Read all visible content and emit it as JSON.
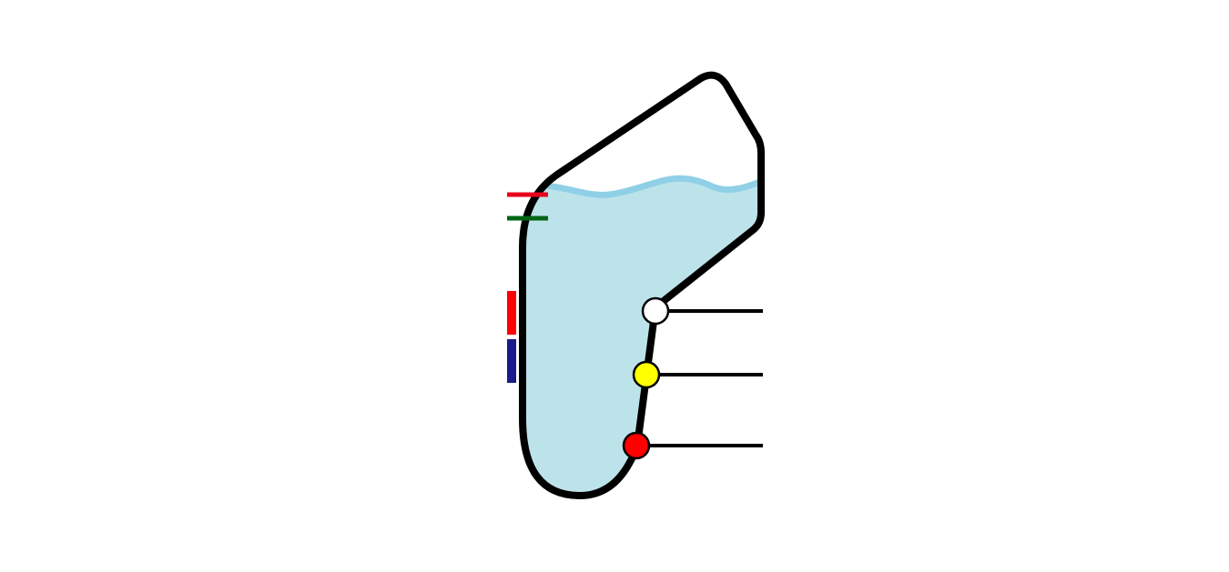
{
  "diagram": {
    "colors": {
      "background": "#ffffff",
      "outline": "#000000",
      "liquid_fill": "#bde3ea",
      "liquid_surface": "#8fd0e6",
      "high_level_mark": "#e8001c",
      "low_level_mark": "#006414",
      "upper_bar": "#ff0000",
      "lower_bar": "#1a1a8c",
      "top_port": "#ffffff",
      "middle_port": "#ffff00",
      "bottom_port": "#ff0000"
    },
    "elements": [
      {
        "name": "container-outline",
        "kind": "vessel"
      },
      {
        "name": "liquid-body",
        "kind": "fill"
      },
      {
        "name": "liquid-surface-wave",
        "kind": "surface"
      },
      {
        "name": "high-level-mark",
        "kind": "level-line"
      },
      {
        "name": "low-level-mark",
        "kind": "level-line"
      },
      {
        "name": "upper-level-bar",
        "kind": "bar"
      },
      {
        "name": "lower-level-bar",
        "kind": "bar"
      },
      {
        "name": "top-port",
        "kind": "port"
      },
      {
        "name": "middle-port",
        "kind": "port"
      },
      {
        "name": "bottom-port",
        "kind": "port"
      }
    ]
  }
}
